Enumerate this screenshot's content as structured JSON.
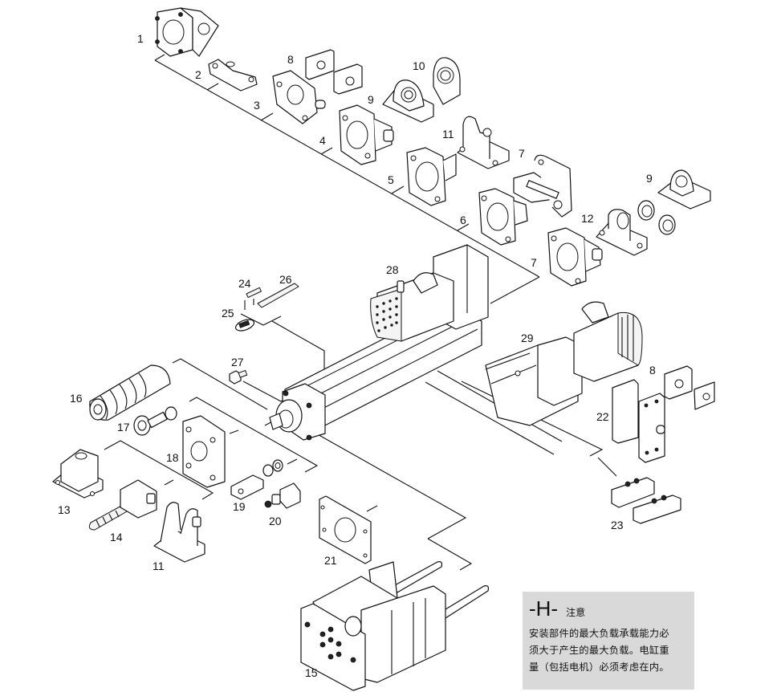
{
  "diagram": {
    "type": "exploded-view",
    "subject": "electric cylinder with mounting accessories",
    "callouts": [
      {
        "id": "1"
      },
      {
        "id": "2"
      },
      {
        "id": "3"
      },
      {
        "id": "4"
      },
      {
        "id": "5"
      },
      {
        "id": "6"
      },
      {
        "id": "7"
      },
      {
        "id": "7"
      },
      {
        "id": "8"
      },
      {
        "id": "8"
      },
      {
        "id": "9"
      },
      {
        "id": "9"
      },
      {
        "id": "10"
      },
      {
        "id": "11"
      },
      {
        "id": "11"
      },
      {
        "id": "12"
      },
      {
        "id": "13"
      },
      {
        "id": "14"
      },
      {
        "id": "15"
      },
      {
        "id": "16"
      },
      {
        "id": "17"
      },
      {
        "id": "18"
      },
      {
        "id": "19"
      },
      {
        "id": "20"
      },
      {
        "id": "21"
      },
      {
        "id": "22"
      },
      {
        "id": "23"
      },
      {
        "id": "24"
      },
      {
        "id": "25"
      },
      {
        "id": "26"
      },
      {
        "id": "27"
      },
      {
        "id": "28"
      },
      {
        "id": "29"
      }
    ]
  },
  "labels": {
    "l1": "1",
    "l2": "2",
    "l3": "3",
    "l4": "4",
    "l5": "5",
    "l6": "6",
    "l7a": "7",
    "l7b": "7",
    "l8a": "8",
    "l8b": "8",
    "l9a": "9",
    "l9b": "9",
    "l10": "10",
    "l11a": "11",
    "l11b": "11",
    "l12": "12",
    "l13": "13",
    "l14": "14",
    "l15": "15",
    "l16": "16",
    "l17": "17",
    "l18": "18",
    "l19": "19",
    "l20": "20",
    "l21": "21",
    "l22": "22",
    "l23": "23",
    "l24": "24",
    "l25": "25",
    "l26": "26",
    "l27": "27",
    "l28": "28",
    "l29": "29"
  },
  "note": {
    "code": "-H-",
    "title": "注意",
    "lines": [
      "安装部件的最大负载承载能力必",
      "须大于产生的最大负载。电缸重",
      "量（包括电机）必须考虑在内。"
    ]
  }
}
